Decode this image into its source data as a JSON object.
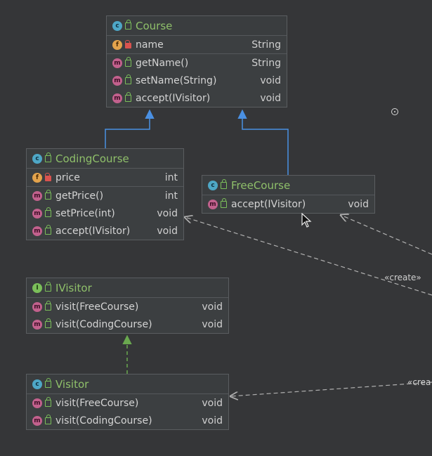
{
  "classes": {
    "course": {
      "name": "Course",
      "fields": [
        {
          "name": "name",
          "type": "String"
        }
      ],
      "methods": [
        {
          "name": "getName()",
          "type": "String"
        },
        {
          "name": "setName(String)",
          "type": "void"
        },
        {
          "name": "accept(IVisitor)",
          "type": "void"
        }
      ]
    },
    "coding_course": {
      "name": "CodingCourse",
      "fields": [
        {
          "name": "price",
          "type": "int"
        }
      ],
      "methods": [
        {
          "name": "getPrice()",
          "type": "int"
        },
        {
          "name": "setPrice(int)",
          "type": "void"
        },
        {
          "name": "accept(IVisitor)",
          "type": "void"
        }
      ]
    },
    "free_course": {
      "name": "FreeCourse",
      "methods": [
        {
          "name": "accept(IVisitor)",
          "type": "void"
        }
      ]
    },
    "ivisitor": {
      "name": "IVisitor",
      "methods": [
        {
          "name": "visit(FreeCourse)",
          "type": "void"
        },
        {
          "name": "visit(CodingCourse)",
          "type": "void"
        }
      ]
    },
    "visitor": {
      "name": "Visitor",
      "methods": [
        {
          "name": "visit(FreeCourse)",
          "type": "void"
        },
        {
          "name": "visit(CodingCourse)",
          "type": "void"
        }
      ]
    }
  },
  "edge_labels": {
    "create_1": "«create»",
    "create_2": "«crea"
  },
  "colors": {
    "background": "#353638",
    "class_name": "#8fc06a",
    "inheritance": "#4a90e2",
    "realization": "#6aa84f",
    "dependency": "#b0b0b0"
  }
}
